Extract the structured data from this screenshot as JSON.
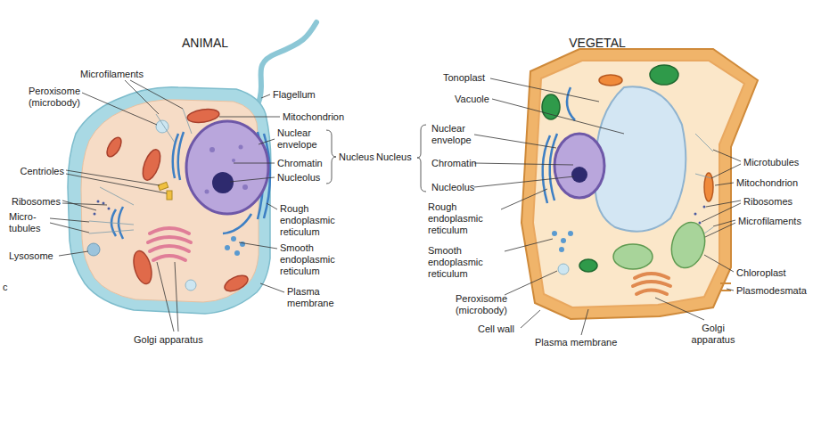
{
  "diagram": {
    "labels": [
      "ANIMAL",
      "Microfilaments",
      "Peroxisome (microbody)",
      "Flagellum",
      "Mitochondrion",
      "Nuclear envelope",
      "Chromatin",
      "Nucleolus",
      "Nucleus",
      "Centrioles",
      "Ribosomes",
      "Micro- tubules",
      "Lysosome",
      "Rough endoplasmic reticulum",
      "Smooth endoplasmic reticulum",
      "Plasma membrane",
      "Golgi apparatus",
      "c",
      "VEGETAL",
      "Tonoplast",
      "Vacuole",
      "Nuclear envelope",
      "Chromatin",
      "Nucleolus",
      "Nucleus",
      "Rough endoplasmic reticulum",
      "Smooth endoplasmic reticulum",
      "Peroxisome (microbody)",
      "Cell wall",
      "Plasma membrane",
      "Golgi apparatus",
      "Microtubules",
      "Mitochondrion",
      "Ribosomes",
      "Microfilaments",
      "Chloroplast",
      "Plasmodesmata"
    ]
  }
}
